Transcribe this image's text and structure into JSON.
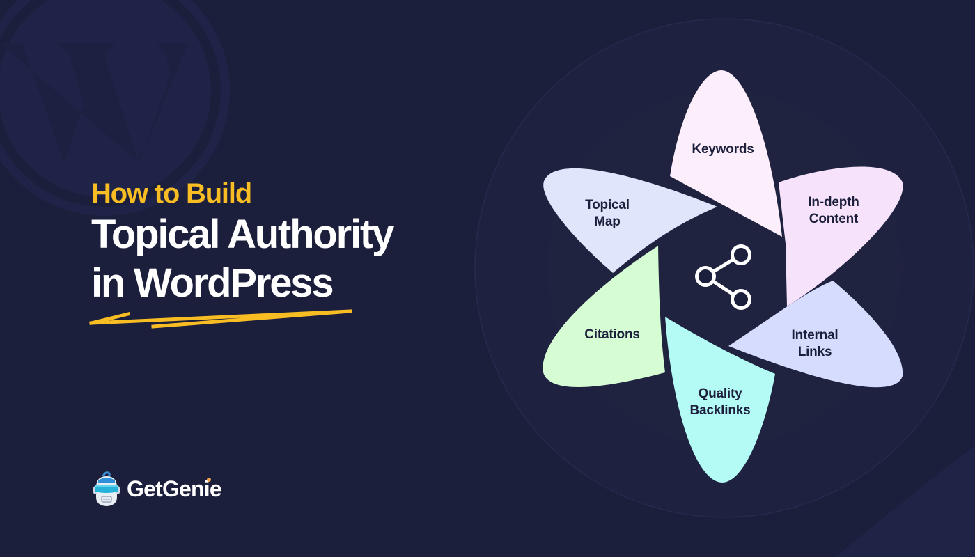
{
  "headline": {
    "kicker": "How to Build",
    "title_line_1": "Topical Authority",
    "title_line_2": "in WordPress"
  },
  "brand": {
    "name": "GetGenie",
    "logo_icon": "robot-genie-icon"
  },
  "background": {
    "color": "#1c1f3b",
    "watermark_icon": "wordpress-logo-icon"
  },
  "colors": {
    "accent_yellow": "#f9bd24",
    "text_dark": "#1c1f3b",
    "white": "#ffffff"
  },
  "diagram": {
    "center_icon": "share-icon",
    "petals": [
      {
        "id": "keywords",
        "line1": "Keywords",
        "line2": "",
        "color": "#fdeefb"
      },
      {
        "id": "in-depth-content",
        "line1": "In-depth",
        "line2": "Content",
        "color": "#f7e2fb"
      },
      {
        "id": "internal-links",
        "line1": "Internal",
        "line2": "Links",
        "color": "#d6dcfd"
      },
      {
        "id": "quality-backlinks",
        "line1": "Quality",
        "line2": "Backlinks",
        "color": "#b4fbf6"
      },
      {
        "id": "citations",
        "line1": "Citations",
        "line2": "",
        "color": "#d6fcd3"
      },
      {
        "id": "topical-map",
        "line1": "Topical",
        "line2": "Map",
        "color": "#dfe6fc"
      }
    ]
  }
}
